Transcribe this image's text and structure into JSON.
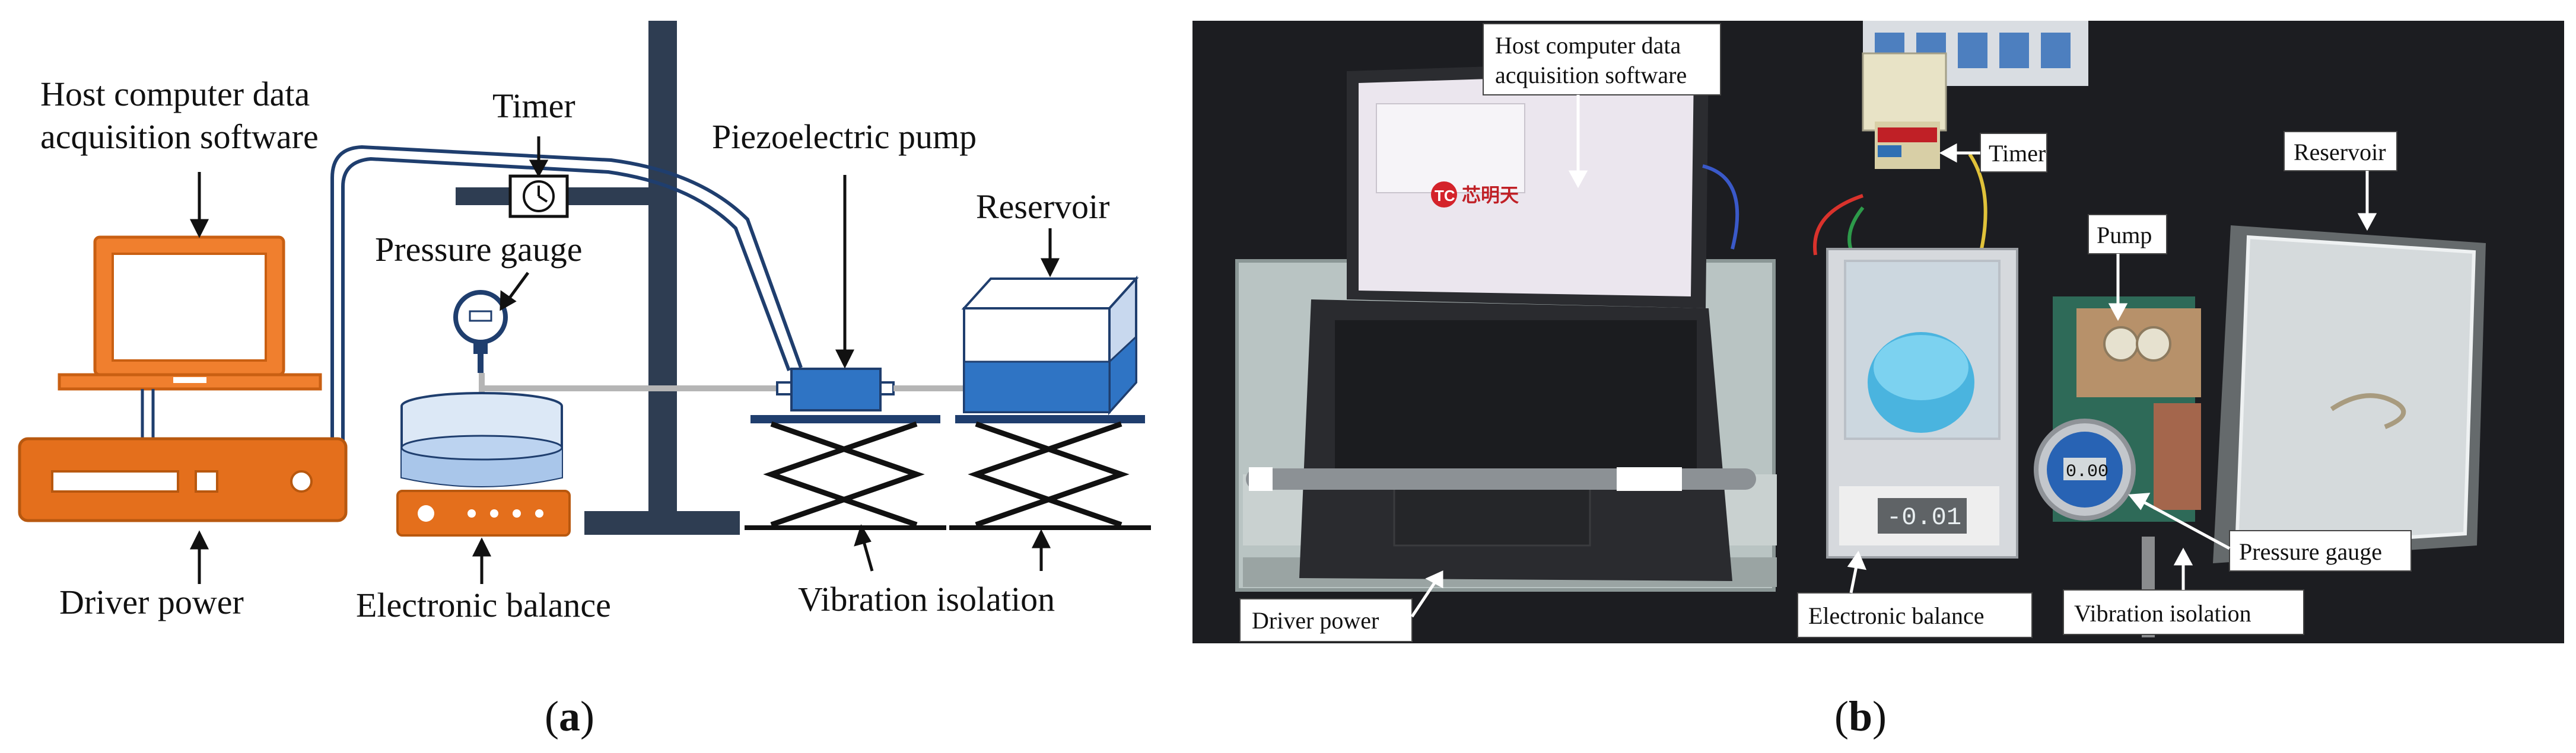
{
  "panel_a": {
    "caption_letter": "a",
    "labels": {
      "host_line1": "Host computer data",
      "host_line2": "acquisition software",
      "timer": "Timer",
      "piezo_pump": "Piezoelectric pump",
      "reservoir": "Reservoir",
      "pressure_gauge": "Pressure gauge",
      "driver_power": "Driver power",
      "electronic_balance": "Electronic balance",
      "vibration_isolation": "Vibration isolation"
    }
  },
  "panel_b": {
    "caption_letter": "b",
    "labels": {
      "host_line1": "Host computer data",
      "host_line2": "acquisition software",
      "timer": "Timer",
      "pump": "Pump",
      "reservoir": "Reservoir",
      "pressure_gauge": "Pressure gauge",
      "driver_power": "Driver power",
      "electronic_balance": "Electronic balance",
      "vibration_isolation": "Vibration isolation"
    },
    "screen_logo_text": "芯明天",
    "balance_display": "-0.01",
    "gauge_display": "0.00"
  },
  "colors": {
    "orange": "#f07f2e",
    "orange_dark": "#c95f12",
    "blue": "#2f74c4",
    "blue_light": "#b9d3ef",
    "navy": "#1f3e6e",
    "stand": "#2e3d52"
  }
}
